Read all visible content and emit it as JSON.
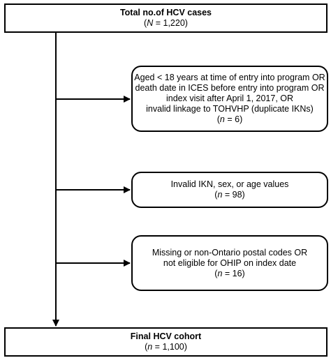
{
  "boxes": {
    "total": {
      "title": "Total no.of HCV cases",
      "count_label": "N",
      "count_value": " = 1,220"
    },
    "exclusion_1": {
      "lines": [
        "Aged < 18 years at time of entry into program OR",
        "death date in ICES before entry into program OR",
        "index visit after April 1, 2017, OR",
        "invalid linkage to TOHVHP (duplicate IKNs)"
      ],
      "count_label": "n",
      "count_value": " = 6"
    },
    "exclusion_2": {
      "lines": [
        "Invalid IKN, sex, or age values"
      ],
      "count_label": "n",
      "count_value": " = 98"
    },
    "exclusion_3": {
      "lines": [
        "Missing or non-Ontario postal codes OR",
        "not eligible for OHIP on index date"
      ],
      "count_label": "n",
      "count_value": " = 16"
    },
    "final": {
      "title": "Final HCV cohort",
      "count_label": "n",
      "count_value": " = 1,100"
    }
  }
}
